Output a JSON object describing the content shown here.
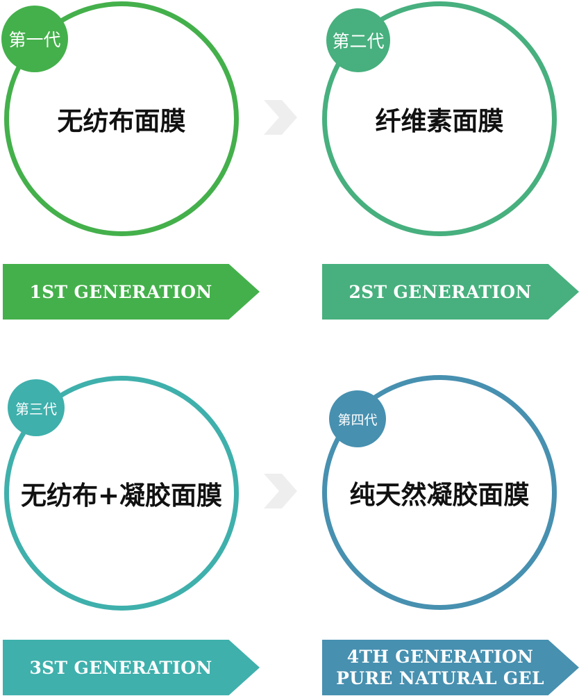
{
  "colors": {
    "gen1": "#44b04b",
    "gen2": "#47b07e",
    "gen3": "#3fb0ac",
    "gen4": "#4790b0",
    "arrow": "#eeeeee"
  },
  "generations": [
    {
      "badge": "第一代",
      "title": "无纺布面膜",
      "banner": [
        "1ST GENERATION"
      ]
    },
    {
      "badge": "第二代",
      "title": "纤维素面膜",
      "banner": [
        "2ST GENERATION"
      ]
    },
    {
      "badge": "第三代",
      "title": "无纺布+凝胶面膜",
      "banner": [
        "3ST GENERATION"
      ]
    },
    {
      "badge": "第四代",
      "title": "纯天然凝胶面膜",
      "banner": [
        "4TH GENERATION",
        "PURE NATURAL GEL"
      ]
    }
  ],
  "icons": {
    "progression_arrow": "chevron-right-icon"
  }
}
